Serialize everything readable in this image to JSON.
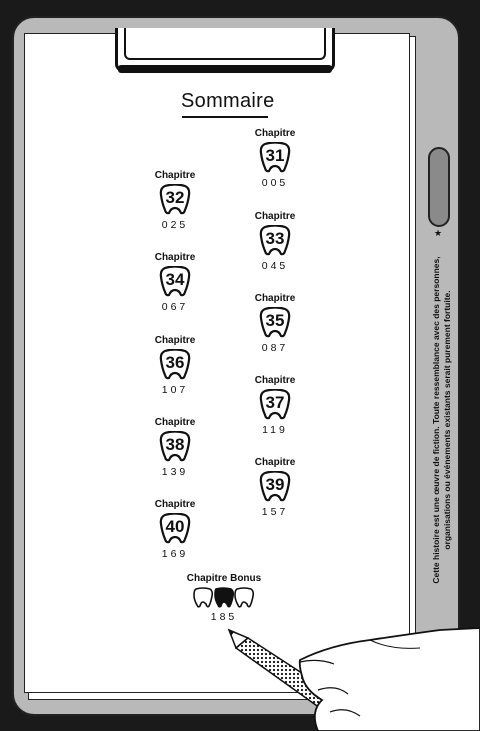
{
  "toc": {
    "title": "Sommaire",
    "chapter_label": "Chapitre",
    "chapters": [
      {
        "number": "31",
        "page": "005"
      },
      {
        "number": "32",
        "page": "025"
      },
      {
        "number": "33",
        "page": "045"
      },
      {
        "number": "34",
        "page": "067"
      },
      {
        "number": "35",
        "page": "087"
      },
      {
        "number": "36",
        "page": "107"
      },
      {
        "number": "37",
        "page": "119"
      },
      {
        "number": "38",
        "page": "139"
      },
      {
        "number": "39",
        "page": "157"
      },
      {
        "number": "40",
        "page": "169"
      }
    ],
    "bonus": {
      "label": "Chapitre Bonus",
      "page": "185"
    }
  },
  "notice": {
    "line1": "Cette histoire est une œuvre de fiction. Toute ressemblance avec des personnes,",
    "line2": "organisations ou événements existants serait purement fortuite."
  },
  "decor": {
    "star": "★"
  },
  "colors": {
    "ink": "#111111",
    "clipboard": "#b9b9b9",
    "background": "#1a1a1a",
    "paper": "#ffffff"
  },
  "icons": [
    "tooth-icon",
    "pencil-icon",
    "hand-illustration"
  ]
}
